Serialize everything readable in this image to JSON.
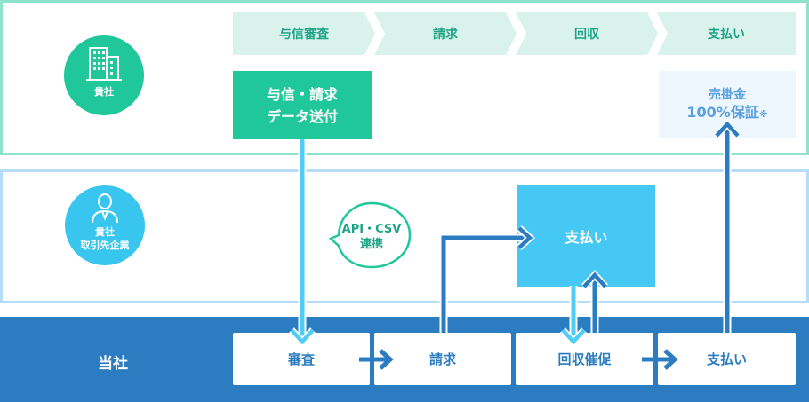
{
  "client": {
    "label": "貴社"
  },
  "partner": {
    "label_line1": "貴社",
    "label_line2": "取引先企業"
  },
  "us": {
    "label": "当社"
  },
  "steps": [
    "与信審査",
    "請求",
    "回収",
    "支払い"
  ],
  "send_box": {
    "line1": "与信・請求",
    "line2": "データ送付"
  },
  "guarantee_box": {
    "line1": "売掛金",
    "line2": "100%保証",
    "mark": "※"
  },
  "bubble": {
    "line1": "API・CSV",
    "line2": "連携"
  },
  "partner_pay": {
    "label": "支払い"
  },
  "our_steps": [
    "審査",
    "請求",
    "回収催促",
    "支払い"
  ],
  "colors": {
    "client_green": "#1fc79b",
    "partner_cyan": "#38c6ef",
    "us_blue": "#2b7cc0",
    "step_bg": "#d9f3ec",
    "arrow_light": "#4fcdf4",
    "arrow_dark": "#2b7cc0"
  },
  "icons": {
    "client": "building-icon",
    "partner": "businessman-icon"
  }
}
